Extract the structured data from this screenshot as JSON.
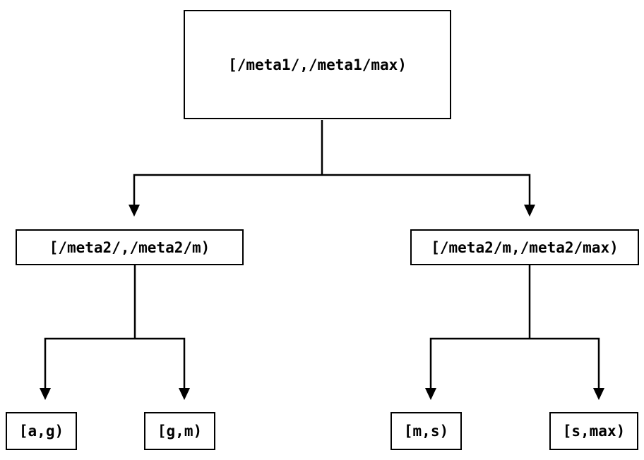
{
  "diagram": {
    "type": "tree",
    "background_color": "#ffffff",
    "line_color": "#000000",
    "nodes": {
      "root": {
        "label": "[/meta1/,/meta1/max)"
      },
      "left": {
        "label": "[/meta2/,/meta2/m)"
      },
      "right": {
        "label": "[/meta2/m,/meta2/max)"
      },
      "ag": {
        "label": "[a,g)"
      },
      "gm": {
        "label": "[g,m)"
      },
      "ms": {
        "label": "[m,s)"
      },
      "smax": {
        "label": "[s,max)"
      }
    },
    "edges": [
      {
        "from": "root",
        "to": "left"
      },
      {
        "from": "root",
        "to": "right"
      },
      {
        "from": "left",
        "to": "ag"
      },
      {
        "from": "left",
        "to": "gm"
      },
      {
        "from": "right",
        "to": "ms"
      },
      {
        "from": "right",
        "to": "smax"
      }
    ]
  }
}
